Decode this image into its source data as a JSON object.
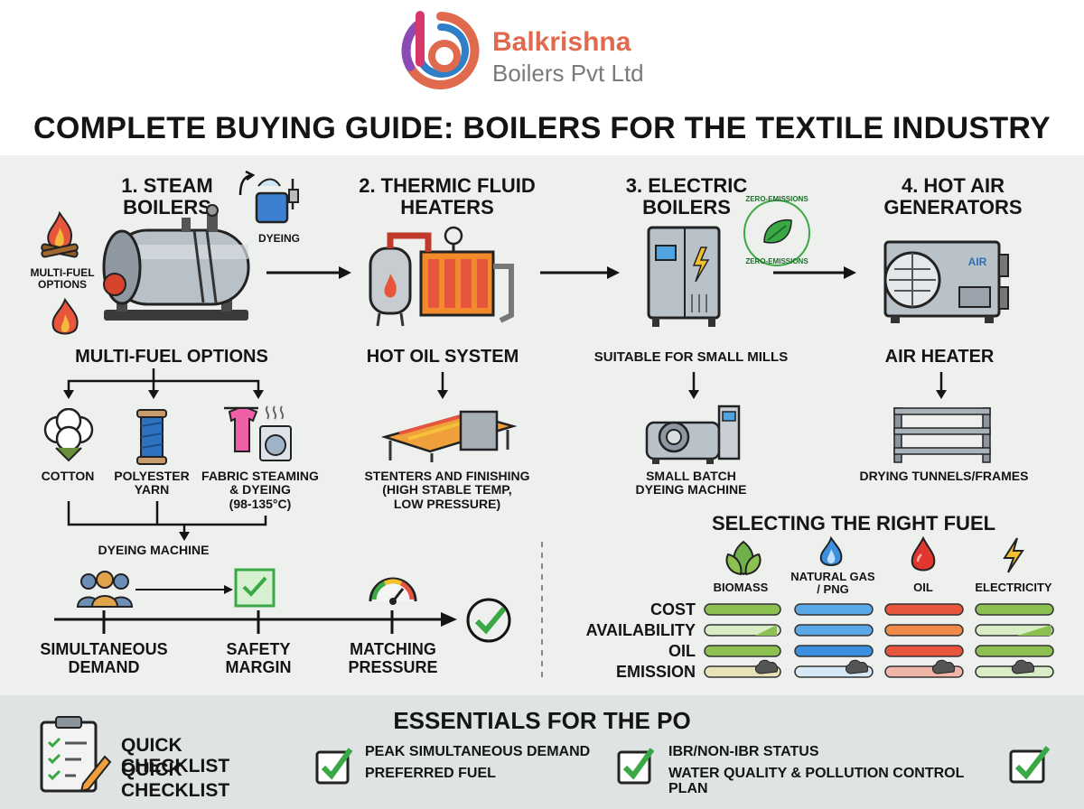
{
  "brand": {
    "name_line1": "Balkrishna",
    "name_line2": "Boilers Pvt Ltd"
  },
  "title": "COMPLETE BUYING GUIDE: BOILERS FOR THE TEXTILE INDUSTRY",
  "sections": [
    {
      "heading_line1": "1. STEAM",
      "heading_line2": "BOILERS",
      "side_label": "DYEING",
      "fuel_label_line1": "MULTI-FUEL",
      "fuel_label_line2": "OPTIONS",
      "subheading": "MULTI-FUEL OPTIONS"
    },
    {
      "heading_line1": "2. THERMIC FLUID",
      "heading_line2": "HEATERS",
      "subheading": "HOT OIL SYSTEM",
      "application_line1": "STENTERS AND FINISHING",
      "application_line2": "(HIGH STABLE TEMP,",
      "application_line3": "LOW PRESSURE)"
    },
    {
      "heading_line1": "3. ELECTRIC",
      "heading_line2": "BOILERS",
      "badge_text": "ZERO-EMISSIONS",
      "subheading": "SUITABLE FOR SMALL MILLS",
      "application_line1": "SMALL BATCH",
      "application_line2": "DYEING MACHINE"
    },
    {
      "heading_line1": "4. HOT AIR",
      "heading_line2": "GENERATORS",
      "unit_label": "AIR",
      "subheading": "AIR HEATER",
      "application": "DRYING TUNNELS/FRAMES"
    }
  ],
  "materials": [
    {
      "label_line1": "COTTON",
      "label_line2": ""
    },
    {
      "label_line1": "POLYESTER",
      "label_line2": "YARN"
    },
    {
      "label_line1": "FABRIC STEAMING",
      "label_line2": "& DYEING",
      "label_line3": "(98-135°C)"
    }
  ],
  "dyeing_machine": "DYEING MACHINE",
  "sizing_steps": [
    {
      "line1": "SIMULTANEOUS",
      "line2": "DEMAND"
    },
    {
      "line1": "SAFETY",
      "line2": "MARGIN"
    },
    {
      "line1": "MATCHING",
      "line2": "PRESSURE"
    }
  ],
  "fuel_selection": {
    "title": "SELECTING THE RIGHT FUEL",
    "fuels": [
      {
        "name_line1": "BIOMASS",
        "name_line2": "",
        "icon": "leaves-icon"
      },
      {
        "name_line1": "NATURAL GAS",
        "name_line2": "/ PNG",
        "icon": "gas-flame-icon"
      },
      {
        "name_line1": "OIL",
        "name_line2": "",
        "icon": "oil-drop-icon"
      },
      {
        "name_line1": "ELECTRICITY",
        "name_line2": "",
        "icon": "lightning-icon"
      }
    ],
    "criteria": [
      "COST",
      "AVAILABILITY",
      "OIL",
      "EMISSION"
    ],
    "colors": {
      "biomass": "#8cc152",
      "gas": "#5aa9e6",
      "oil": "#e8553d",
      "electricity": "#8cc152",
      "smoke": "#555555"
    }
  },
  "essentials": {
    "title": "ESSENTIALS FOR THE PO",
    "checklist_line1": "QUICK CHECKLIST",
    "checklist_line2": "QUICK CHECKLIST",
    "items": [
      {
        "line1": "PEAK SIMULTANEOUS DEMAND",
        "line2": "PREFERRED FUEL"
      },
      {
        "line1": "IBR/NON-IBR STATUS",
        "line2": "WATER QUALITY & POLLUTION CONTROL PLAN"
      }
    ]
  },
  "colors": {
    "check": "#3aa845",
    "logo_orange": "#e06a4e",
    "logo_purple": "#8a4bb5",
    "logo_blue": "#2f7fc8"
  }
}
